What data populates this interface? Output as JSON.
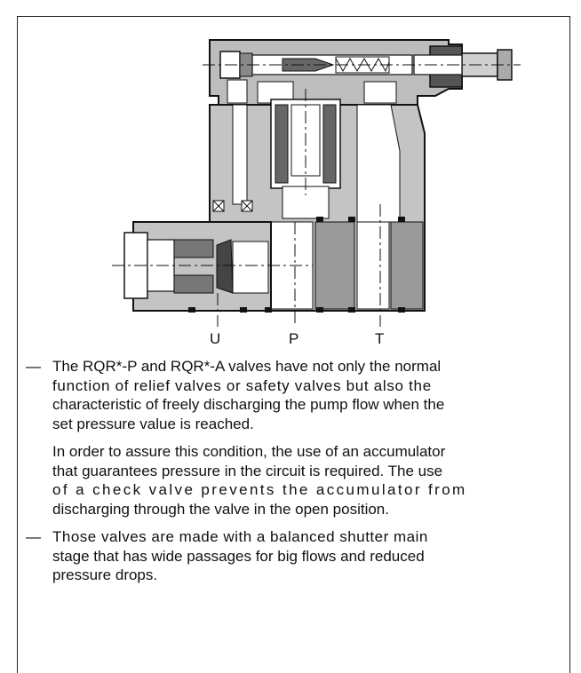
{
  "diagram": {
    "port_labels": [
      "U",
      "P",
      "T"
    ]
  },
  "text": {
    "bullet_marker": "—",
    "item1_line1": "The RQR*-P and RQR*-A valves have not only the normal",
    "item1_line2": "function of relief valves or safety valves but also the",
    "item1_line3": "characteristic of freely discharging the pump flow when the",
    "item1_line4": "set pressure value is reached.",
    "para_line1": "In order to assure this condition, the use of an accumulator",
    "para_line2": "that guarantees pressure in the circuit is required. The use",
    "para_line3": "of a check valve prevents the accumulator from",
    "para_line4": "discharging through the valve in the open position.",
    "item2_line1": "Those valves are made with a balanced shutter main",
    "item2_line2": "stage that has wide passages for big flows and reduced",
    "item2_line3": "pressure drops."
  }
}
